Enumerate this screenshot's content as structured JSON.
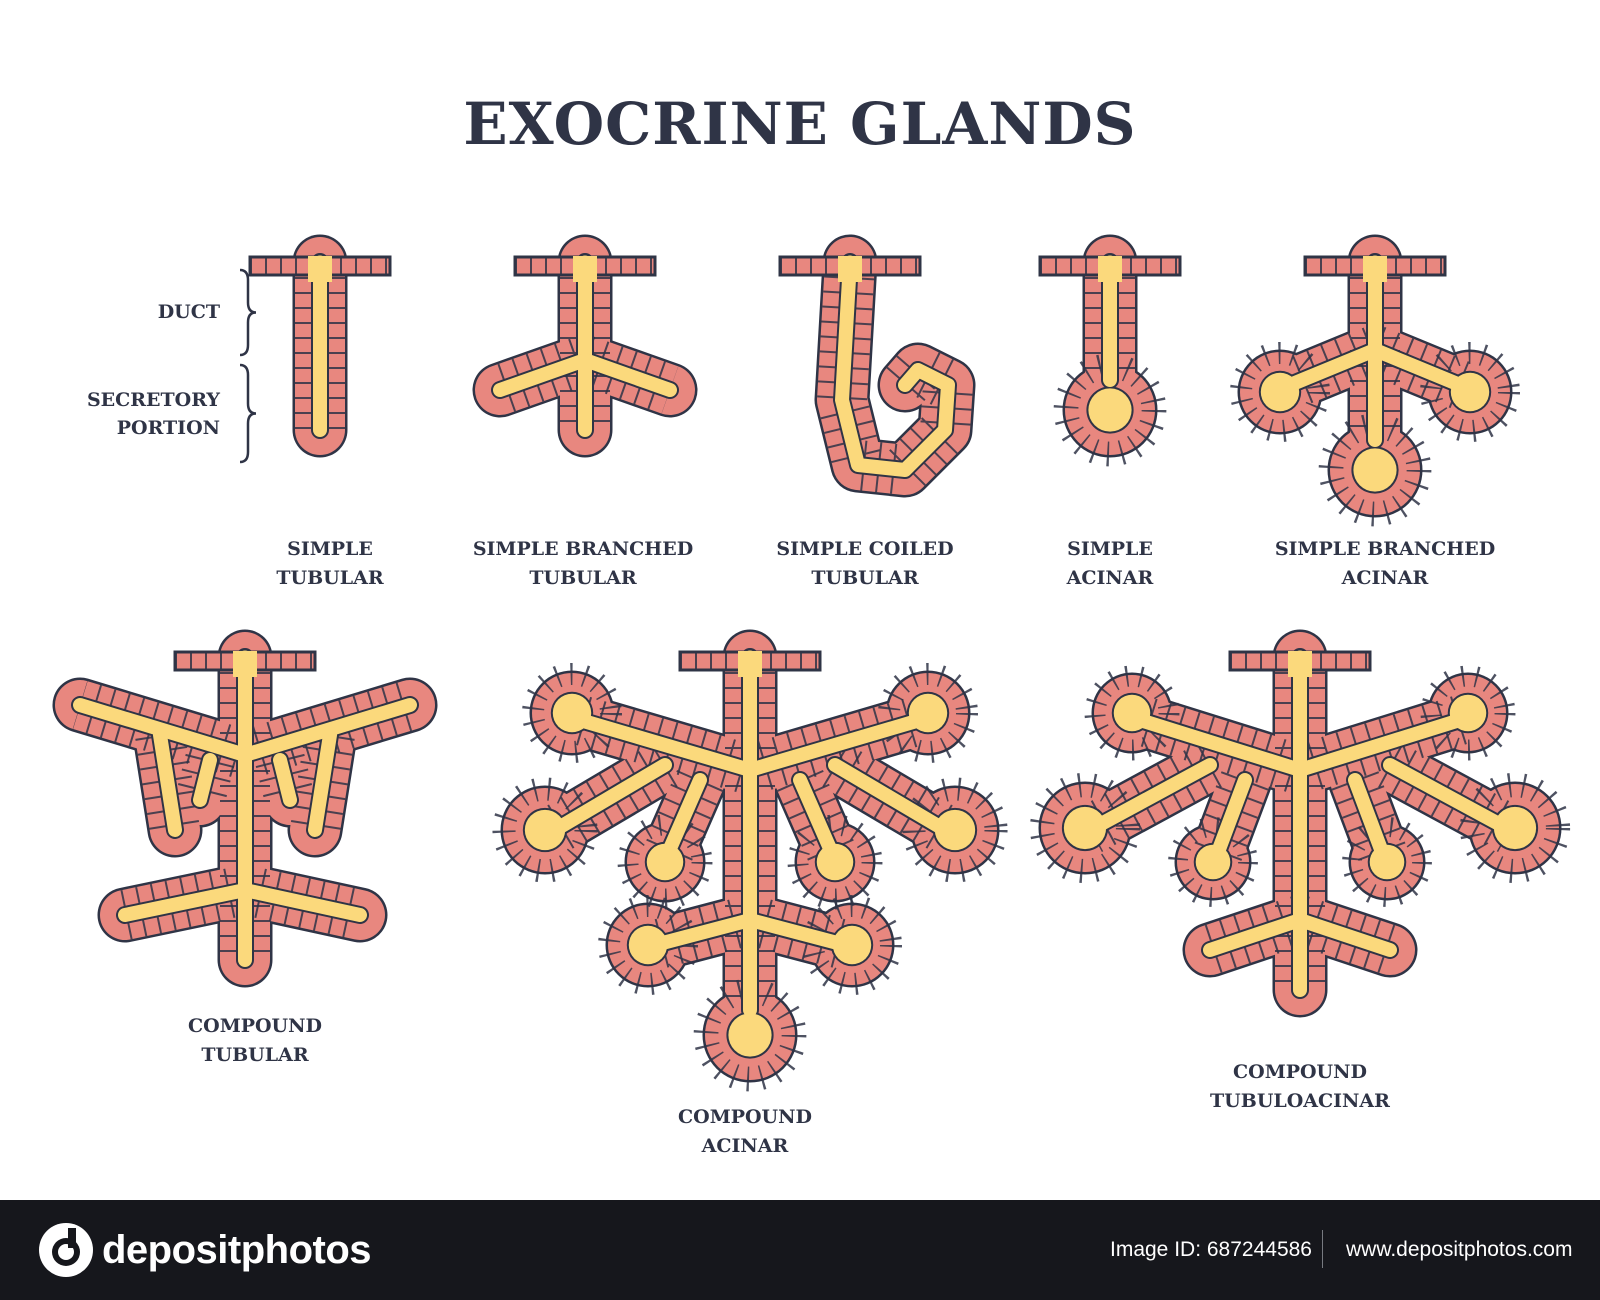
{
  "title": "EXOCRINE GLANDS",
  "annotations": {
    "duct": "DUCT",
    "secretory": "SECRETORY\nPORTION"
  },
  "glands": [
    {
      "id": "simple-tubular",
      "label": "SIMPLE\nTUBULAR"
    },
    {
      "id": "simple-branched-tubular",
      "label": "SIMPLE BRANCHED\nTUBULAR"
    },
    {
      "id": "simple-coiled-tubular",
      "label": "SIMPLE COILED\nTUBULAR"
    },
    {
      "id": "simple-acinar",
      "label": "SIMPLE\nACINAR"
    },
    {
      "id": "simple-branched-acinar",
      "label": "SIMPLE BRANCHED\nACINAR"
    },
    {
      "id": "compound-tubular",
      "label": "COMPOUND\nTUBULAR"
    },
    {
      "id": "compound-acinar",
      "label": "COMPOUND\nACINAR"
    },
    {
      "id": "compound-tubuloacinar",
      "label": "COMPOUND\nTUBULOACINAR"
    }
  ],
  "footer": {
    "brand": "depositphotos",
    "image_id": "Image ID: 687244586",
    "url": "www.depositphotos.com"
  },
  "colors": {
    "tissue": "#e8877f",
    "lumen": "#fbd97c",
    "outline": "#2f3446",
    "footer_bg": "#16171c"
  }
}
